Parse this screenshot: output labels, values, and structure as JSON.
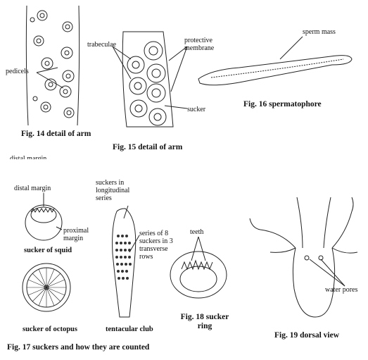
{
  "fig14": {
    "caption": "Fig. 14 detail of arm",
    "label_pedicels": "pedicels"
  },
  "fig15": {
    "caption": "Fig. 15 detail of arm",
    "label_trabeculae": "trabeculae",
    "label_protective_membrane": "protective membrane",
    "label_sucker": "sucker"
  },
  "fig16": {
    "caption": "Fig. 16 spermatophore",
    "label_sperm_mass": "sperm mass"
  },
  "stray_text": "distal margin",
  "fig17": {
    "caption": "Fig. 17 suckers and how they are counted",
    "label_distal_margin": "distal margin",
    "label_proximal_margin": "proximal margin",
    "label_sucker_of_squid": "sucker of squid",
    "label_sucker_of_octopus": "sucker of octopus",
    "label_longitudinal": "suckers in longitudinal series",
    "label_transverse": "series of 8 suckers in 3 transverse rows",
    "label_tentacular_club": "tentacular club"
  },
  "fig18": {
    "caption": "Fig. 18 sucker ring",
    "label_teeth": "teeth"
  },
  "fig19": {
    "caption": "Fig. 19 dorsal view",
    "label_water_pores": "water pores"
  }
}
